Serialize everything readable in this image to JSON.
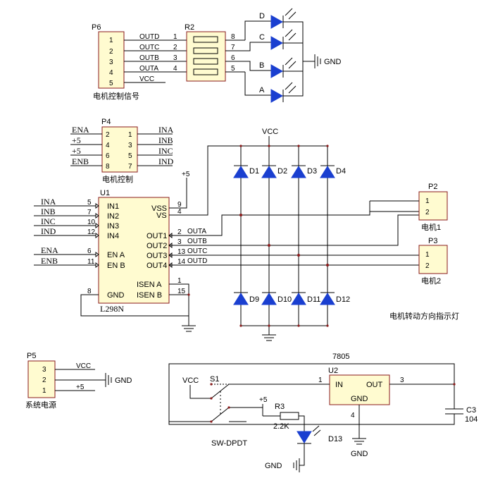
{
  "p6": {
    "ref": "P6",
    "pins": [
      "1",
      "2",
      "3",
      "4",
      "5"
    ],
    "nets": [
      "OUTD",
      "OUTC",
      "OUTB",
      "OUTA",
      "VCC"
    ],
    "res_pins": [
      "1",
      "2",
      "3",
      "4"
    ],
    "caption": "电机控制信号"
  },
  "r2": {
    "ref": "R2",
    "right_pins": [
      "8",
      "7",
      "6",
      "5"
    ]
  },
  "leds_top": {
    "labels": [
      "D",
      "C",
      "B",
      "A"
    ],
    "gnd": "GND"
  },
  "p4": {
    "ref": "P4",
    "left_pins": [
      "2",
      "4",
      "6",
      "8"
    ],
    "right_pins": [
      "1",
      "3",
      "5",
      "7"
    ],
    "left_nets": [
      "ENA",
      "+5",
      "+5",
      "ENB"
    ],
    "right_nets": [
      "INA",
      "INB",
      "INC",
      "IND"
    ],
    "caption": "电机控制"
  },
  "u1": {
    "ref": "U1",
    "part": "L298N",
    "left": [
      {
        "net": "INA",
        "num": "5",
        "pin": "IN1"
      },
      {
        "net": "INB",
        "num": "7",
        "pin": "IN2"
      },
      {
        "net": "INC",
        "num": "10",
        "pin": "IN3"
      },
      {
        "net": "IND",
        "num": "12",
        "pin": "IN4"
      },
      {
        "net": "ENA",
        "num": "6",
        "pin": "EN A"
      },
      {
        "net": "ENB",
        "num": "11",
        "pin": "EN B"
      },
      {
        "net": "",
        "num": "8",
        "pin": "GND"
      }
    ],
    "right": [
      {
        "pin": "VSS",
        "num": "9",
        "net": ""
      },
      {
        "pin": "VS",
        "num": "4",
        "net": ""
      },
      {
        "pin": "OUT1",
        "num": "2",
        "net": "OUTA"
      },
      {
        "pin": "OUT2",
        "num": "3",
        "net": "OUTB"
      },
      {
        "pin": "OUT3",
        "num": "13",
        "net": "OUTC"
      },
      {
        "pin": "OUT4",
        "num": "14",
        "net": "OUTD"
      },
      {
        "pin": "ISEN A",
        "num": "1",
        "net": ""
      },
      {
        "pin": "ISEN B",
        "num": "15",
        "net": ""
      }
    ],
    "vss_net": "+5"
  },
  "bridge": {
    "vcc": "VCC",
    "top": [
      "D1",
      "D2",
      "D3",
      "D4"
    ],
    "bottom": [
      "D9",
      "D10",
      "D11",
      "D12"
    ],
    "caption": "电机转动方向指示灯"
  },
  "p2": {
    "ref": "P2",
    "pins": [
      "1",
      "2"
    ],
    "caption": "电机1"
  },
  "p3": {
    "ref": "P3",
    "pins": [
      "1",
      "2"
    ],
    "caption": "电机2"
  },
  "p5": {
    "ref": "P5",
    "pins": [
      "3",
      "2",
      "1"
    ],
    "nets": [
      "VCC",
      "",
      "+5"
    ],
    "gnd": "GND",
    "caption": "系统电源"
  },
  "power": {
    "reg_title": "7805",
    "u2": "U2",
    "in": "IN",
    "out": "OUT",
    "gnd_pin": "GND",
    "pin_in": "1",
    "pin_out": "3",
    "pin_gnd": "4",
    "s1": "S1",
    "vcc": "VCC",
    "plus5": "+5",
    "r3": "R3",
    "r3_val": "2.2K",
    "sw": "SW-DPDT",
    "d13": "D13",
    "gnd_led": "GND",
    "gnd_reg": "GND",
    "c3": "C3",
    "c3_val": "104"
  }
}
